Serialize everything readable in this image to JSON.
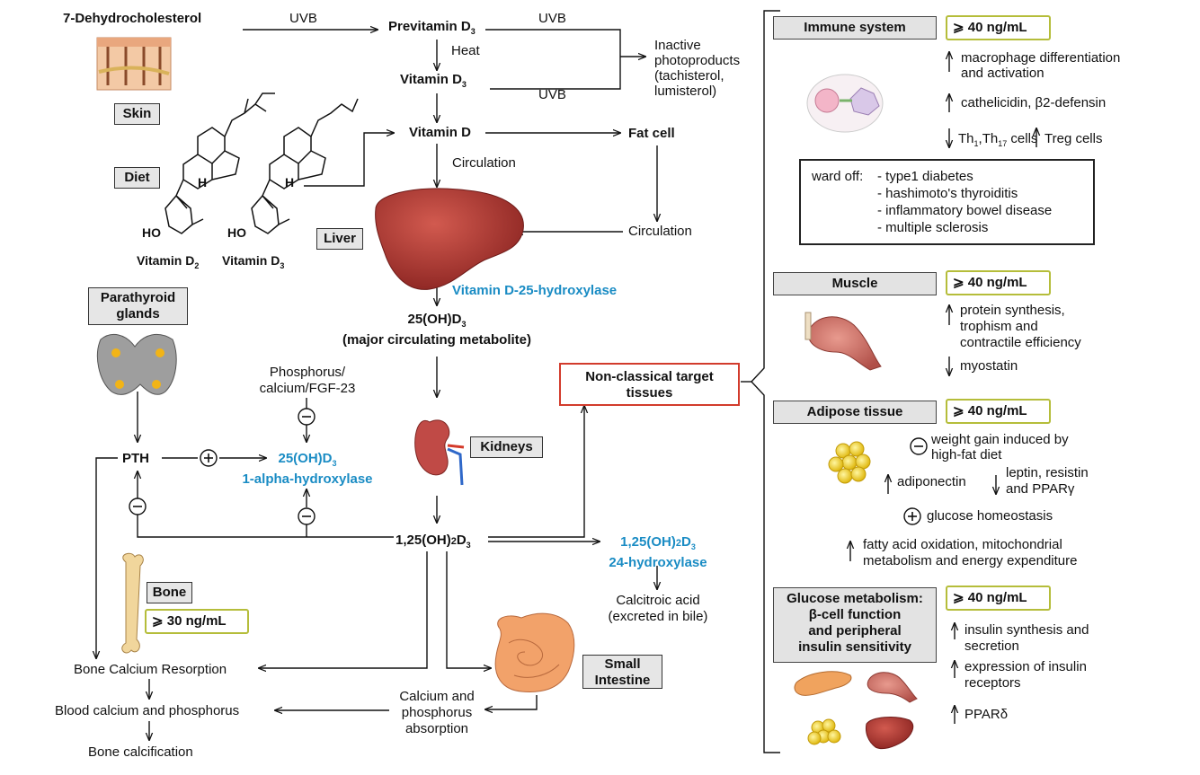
{
  "left": {
    "dehydro": "7-Dehydrocholesterol",
    "uvb1": "UVB",
    "previtamin": "Previtamin D",
    "previtamin_sub": "3",
    "uvb2": "UVB",
    "heat": "Heat",
    "vitamin_d3_top": "Vitamin D",
    "vitamin_d3_top_sub": "3",
    "uvb3": "UVB",
    "inactive": [
      "Inactive",
      "photoproducts",
      "(tachisterol,",
      "lumisterol)"
    ],
    "skin": "Skin",
    "diet": "Diet",
    "vitamin_d": "Vitamin D",
    "fat_cell": "Fat cell",
    "circulation1": "Circulation",
    "circulation2": "Circulation",
    "ho1": "HO",
    "ho2": "HO",
    "h1": "H",
    "h2": "H",
    "vitd2": "Vitamin D",
    "vitd2_sub": "2",
    "vitd3": "Vitamin D",
    "vitd3_sub": "3",
    "liver": "Liver",
    "hydroxylase25": "Vitamin D-25-hydroxylase",
    "ohd3_a": "25(OH)D",
    "ohd3_a_sub": "3",
    "major": "(major circulating metabolite)",
    "parathyroid": [
      "Parathyroid",
      "glands"
    ],
    "phosphorus": [
      "Phosphorus/",
      "calcium/FGF-23"
    ],
    "pth": "PTH",
    "alpha_a": "25(OH)D",
    "alpha_a_sub": "3",
    "alpha_b": "1-alpha-hydroxylase",
    "kidneys": "Kidneys",
    "non_classical": [
      "Non-classical target",
      "tissues"
    ],
    "oh2d3": "1,25(OH)",
    "oh2d3_mid": "2",
    "oh2d3_end": "D",
    "oh2d3_sub": "3",
    "h24_a": "1,25(OH)",
    "h24_a_mid": "2",
    "h24_a_end": "D",
    "h24_a_sub": "3",
    "h24_b": "24-hydroxylase",
    "calcitroic": [
      "Calcitroic acid",
      "(excreted in bile)"
    ],
    "bone": "Bone",
    "bone_thr": "⩾ 30 ng/mL",
    "bone_resorption": "Bone Calcium Resorption",
    "small_intestine": [
      "Small",
      "Intestine"
    ],
    "calcium_abs": [
      "Calcium and",
      "phosphorus",
      "absorption"
    ],
    "blood": "Blood calcium and phosphorus",
    "bone_calc": "Bone calcification",
    "plus": "+",
    "minus": "−"
  },
  "right": {
    "immune": {
      "title": "Immune system",
      "thr": "⩾ 40 ng/mL",
      "l1": [
        "macrophage differentiation",
        "and activation"
      ],
      "l2": "cathelicidin, β2-defensin",
      "l3a": "Th",
      "l3a_sub": "1",
      "l3b": ",Th",
      "l3b_sub": "17",
      "l3c": " cells",
      "l3d": "Treg cells",
      "ward_label": "ward off:",
      "ward_items": [
        "- type1 diabetes",
        "- hashimoto's thyroiditis",
        "- inflammatory bowel disease",
        "- multiple sclerosis"
      ]
    },
    "muscle": {
      "title": "Muscle",
      "thr": "⩾ 40 ng/mL",
      "l1": [
        "protein synthesis,",
        "trophism and",
        "contractile efficiency"
      ],
      "l2": "myostatin"
    },
    "adipose": {
      "title": "Adipose tissue",
      "thr": "⩾ 40 ng/mL",
      "l1": [
        "weight gain induced by",
        "high-fat diet"
      ],
      "l2": "adiponectin",
      "l3": [
        "leptin, resistin",
        "and PPARγ"
      ],
      "l4": "glucose homeostasis",
      "l5": [
        "fatty acid oxidation, mitochondrial",
        "metabolism and energy expenditure"
      ]
    },
    "glucose": {
      "title": [
        "Glucose metabolism:",
        "β-cell function",
        "and peripheral",
        "insulin sensitivity"
      ],
      "thr": "⩾ 40 ng/mL",
      "l1": [
        "insulin synthesis and",
        "secretion"
      ],
      "l2": [
        "expression of insulin",
        "receptors"
      ],
      "l3": "PPARδ"
    }
  },
  "colors": {
    "accent_blue": "#1a8cc4",
    "threshold_border": "#b5bd3a",
    "target_border": "#d23b2c",
    "liver": "#a8302c",
    "kidney": "#c04a46",
    "fat": "#f2d21c"
  }
}
